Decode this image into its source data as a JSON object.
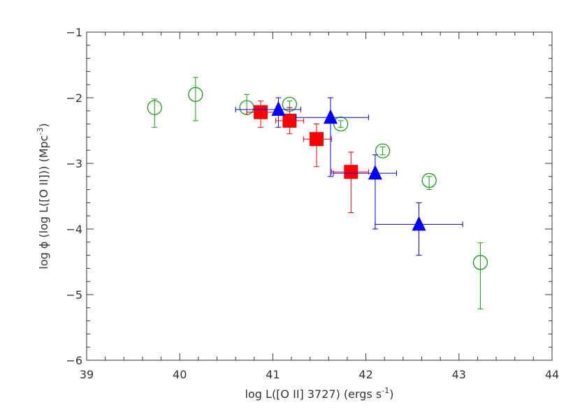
{
  "chart_data": {
    "type": "scatter",
    "title": "",
    "xlabel": {
      "main": "log L([O II] 3727) (ergs s",
      "sup": "-1",
      "tail": ")"
    },
    "ylabel": {
      "main": "log ϕ (log L([O II])) (Mpc",
      "sup": "-3",
      "tail": ")"
    },
    "xlim": [
      39,
      44
    ],
    "ylim": [
      -6,
      -1
    ],
    "x_ticks": [
      "39",
      "40",
      "41",
      "42",
      "43",
      "44"
    ],
    "y_ticks": [
      "-6",
      "-5",
      "-4",
      "-3",
      "-2",
      "-1"
    ],
    "grid": false,
    "series": [
      {
        "marker": "open-circle",
        "color": "#1a9a1a",
        "points": [
          {
            "x": 39.73,
            "y": -2.15,
            "yerr": [
              -2.45,
              -2.02
            ]
          },
          {
            "x": 40.17,
            "y": -1.95,
            "yerr": [
              -2.35,
              -1.69
            ]
          },
          {
            "x": 40.72,
            "y": -2.15,
            "yerr": [
              -2.25,
              -1.95
            ]
          },
          {
            "x": 41.18,
            "y": -2.1,
            "yerr": [
              -2.15,
              -2.05
            ]
          },
          {
            "x": 41.73,
            "y": -2.4,
            "yerr": [
              -2.45,
              -2.35
            ]
          },
          {
            "x": 42.18,
            "y": -2.81,
            "yerr": [
              -2.87,
              -2.75
            ]
          },
          {
            "x": 42.68,
            "y": -3.26,
            "yerr": [
              -3.4,
              -3.2
            ]
          },
          {
            "x": 43.23,
            "y": -4.51,
            "yerr": [
              -5.22,
              -4.21
            ]
          }
        ]
      },
      {
        "marker": "filled-square",
        "color": "#ff0000",
        "points": [
          {
            "x": 40.87,
            "y": -2.22,
            "xerr": [
              40.72,
              41.03
            ],
            "yerr": [
              -2.45,
              -2.05
            ]
          },
          {
            "x": 41.18,
            "y": -2.35,
            "xerr": [
              41.03,
              41.33
            ],
            "yerr": [
              -2.55,
              -2.15
            ]
          },
          {
            "x": 41.47,
            "y": -2.63,
            "xerr": [
              41.33,
              41.63
            ],
            "yerr": [
              -3.05,
              -2.4
            ]
          },
          {
            "x": 41.84,
            "y": -3.13,
            "xerr": [
              41.63,
              42.03
            ],
            "yerr": [
              -3.75,
              -2.83
            ]
          }
        ]
      },
      {
        "marker": "filled-triangle",
        "color": "#0000ff",
        "points": [
          {
            "x": 41.06,
            "y": -2.18,
            "xerr": [
              40.6,
              41.3
            ],
            "yerr": [
              -2.45,
              -2.0
            ]
          },
          {
            "x": 41.62,
            "y": -2.3,
            "xerr": [
              41.25,
              42.03
            ],
            "yerr": [
              -3.2,
              -2.0
            ]
          },
          {
            "x": 42.1,
            "y": -3.15,
            "xerr": [
              41.65,
              42.33
            ],
            "yerr": [
              -4.0,
              -2.87
            ]
          },
          {
            "x": 42.57,
            "y": -3.93,
            "xerr": [
              42.1,
              43.04
            ],
            "yerr": [
              -4.4,
              -3.6
            ]
          }
        ]
      }
    ]
  }
}
